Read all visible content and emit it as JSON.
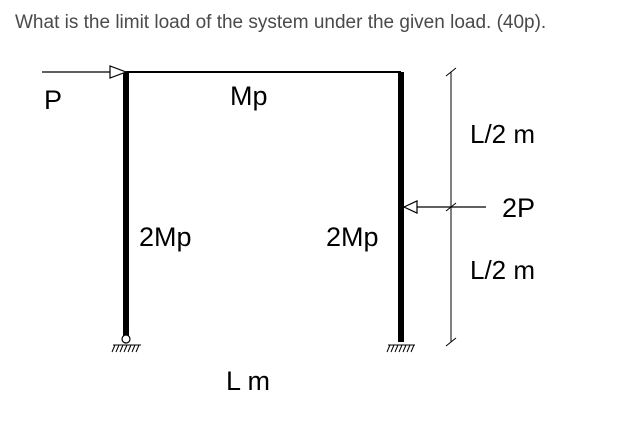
{
  "question": "What is the limit load of the system under the given load. (40p).",
  "diagram": {
    "load_left": "P",
    "load_right": "2P",
    "beam_moment": "Mp",
    "left_column_moment": "2Mp",
    "right_column_moment": "2Mp",
    "span_label": "L m",
    "upper_height_label": "L/2 m",
    "lower_height_label": "L/2 m"
  }
}
